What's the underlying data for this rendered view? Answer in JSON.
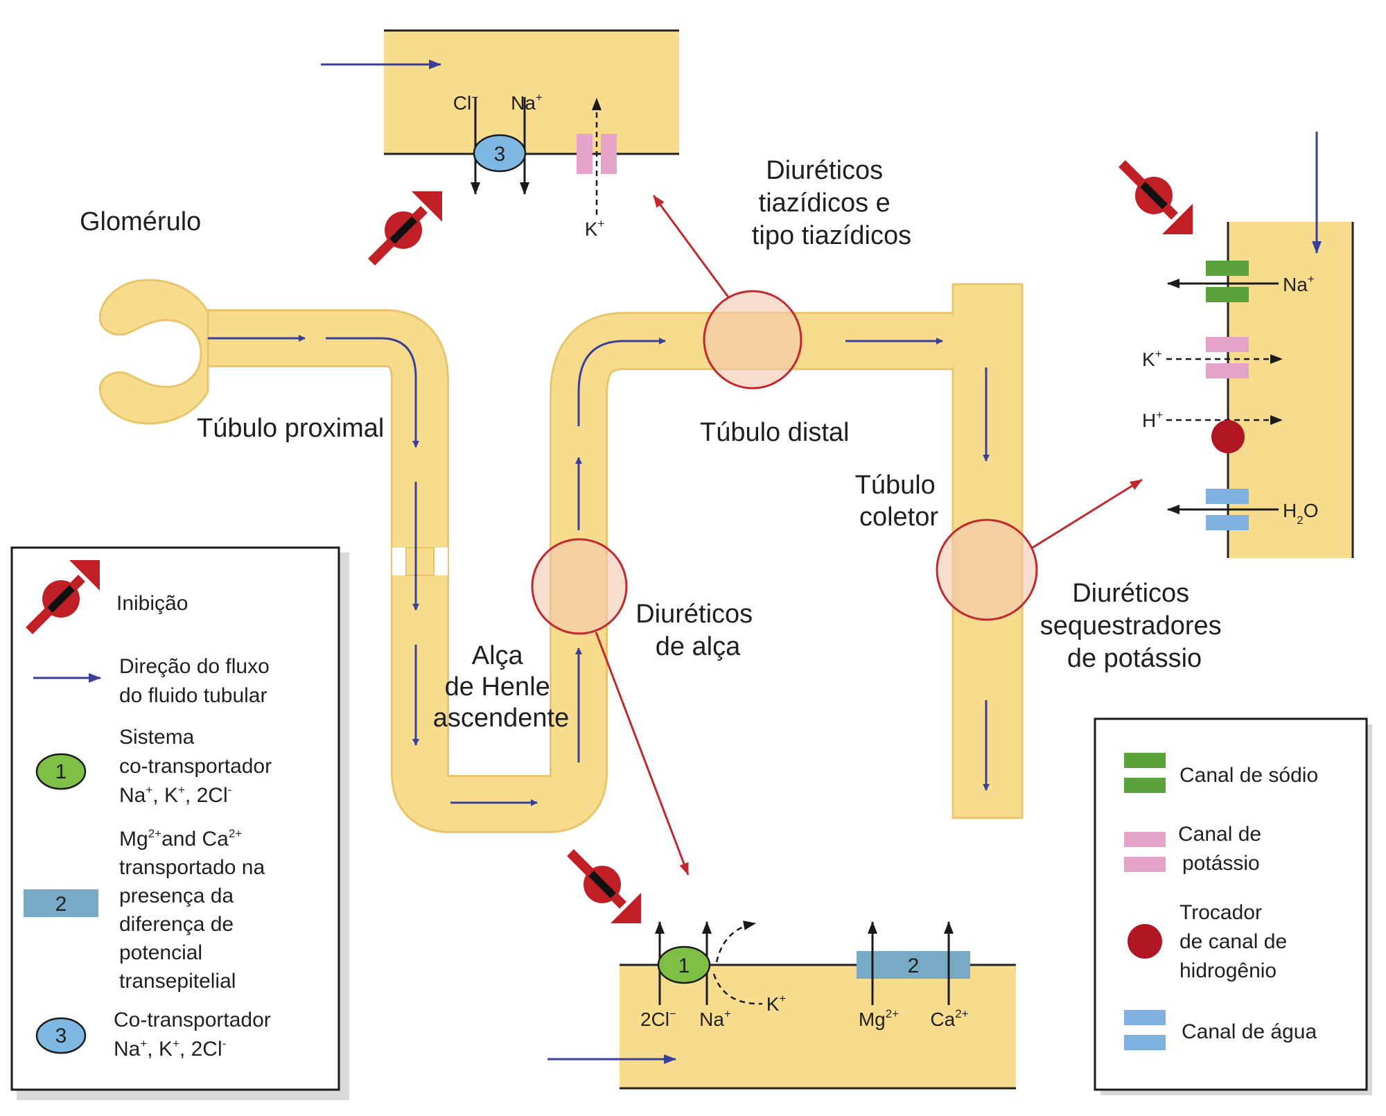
{
  "labels": {
    "glomerulo": "Glomérulo",
    "tubulo_proximal": "Túbulo proximal",
    "alca_henle": [
      "Alça",
      "de Henle",
      "ascendente"
    ],
    "tubulo_distal": "Túbulo distal",
    "tubulo_coletor": [
      "Túbulo",
      "coletor"
    ],
    "diureticos_tiazidicos": [
      "Diuréticos",
      "tiazídicos e",
      "tipo tiazídicos"
    ],
    "diureticos_alca": [
      "Diuréticos",
      "de alça"
    ],
    "diureticos_potassio": [
      "Diuréticos",
      "sequestradores",
      "de potássio"
    ]
  },
  "top_panel": {
    "transporter_number": "3",
    "ion_cl": "Cl",
    "ion_cl_charge": "−",
    "ion_na": "Na",
    "ion_na_charge": "+",
    "ion_k": "K",
    "ion_k_charge": "+"
  },
  "bottom_panel": {
    "transporter_number": "1",
    "channel_number": "2",
    "ion_cl": "2Cl",
    "ion_cl_charge": "−",
    "ion_na": "Na",
    "ion_na_charge": "+",
    "ion_k": "K",
    "ion_k_charge": "+",
    "ion_mg": "Mg",
    "ion_mg_charge": "2+",
    "ion_ca": "Ca",
    "ion_ca_charge": "2+"
  },
  "right_panel": {
    "ion_na": "Na",
    "ion_na_charge": "+",
    "ion_k": "K",
    "ion_k_charge": "+",
    "ion_h": "H",
    "ion_h_charge": "+",
    "ion_h2o_h": "H",
    "ion_h2o_sub": "2",
    "ion_h2o_o": "O"
  },
  "legend_left": {
    "inhibition": "Inibição",
    "flow": [
      "Direção do fluxo",
      "do fluido tubular"
    ],
    "sys1_number": "1",
    "sys1_title": [
      "Sistema",
      "co-transportador"
    ],
    "sys1_ions": [
      "Na",
      "+",
      ", K",
      "+",
      ", 2Cl",
      "-"
    ],
    "sys2_number": "2",
    "sys2_line1": [
      "Mg",
      "2+",
      "and Ca",
      "2+"
    ],
    "sys2_rest": [
      "transportado na",
      "presença da",
      "diferença de",
      "potencial",
      "transepitelial"
    ],
    "sys3_number": "3",
    "sys3_title": "Co-transportador",
    "sys3_ions": [
      "Na",
      "+",
      ", K",
      "+",
      ", 2Cl",
      "-"
    ]
  },
  "legend_right": {
    "sodium_channel": "Canal de sódio",
    "potassium_channel": [
      "Canal de",
      "potássio"
    ],
    "hydrogen_exchanger": [
      "Trocador",
      "de canal de",
      "hidrogênio"
    ],
    "water_channel": "Canal de água"
  },
  "colors": {
    "tubule": "#f8dc8e",
    "tubule_stroke": "#e8c46a",
    "flow_arrow": "#3a3f9a",
    "highlight_fill": "#f1c6ae",
    "highlight_stroke": "#c1272d",
    "pointer": "#c1272d",
    "inhibit": "#c01f25",
    "sodium_channel": "#5aa33c",
    "potassium_channel": "#e4a3c8",
    "hydrogen_exchanger": "#b01623",
    "water_channel": "#7fb2e0",
    "transporter_1": "#7fbf45",
    "transporter_3": "#7fb7e3",
    "channel_2": "#79aac5"
  }
}
